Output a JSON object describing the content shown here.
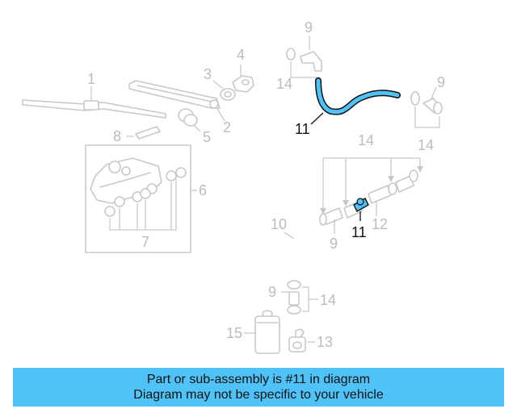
{
  "diagram": {
    "highlight_color": "#4fc3f7",
    "highlight_part": "11",
    "callouts": {
      "c1": "1",
      "c2": "2",
      "c3": "3",
      "c4": "4",
      "c5": "5",
      "c6": "6",
      "c7": "7",
      "c8": "8",
      "c9_top": "9",
      "c9_right": "9",
      "c9_mid": "9",
      "c9_low": "9",
      "c10": "10",
      "c11_hose": "11",
      "c11_joint": "11",
      "c12": "12",
      "c13": "13",
      "c14_left": "14",
      "c14_right": "14",
      "c14_mid": "14",
      "c14_low": "14",
      "c15": "15"
    }
  },
  "banner": {
    "line1": "Part or sub-assembly is #11 in diagram",
    "line2": "Diagram may not be specific to your vehicle",
    "background": "#4fc3f7"
  }
}
